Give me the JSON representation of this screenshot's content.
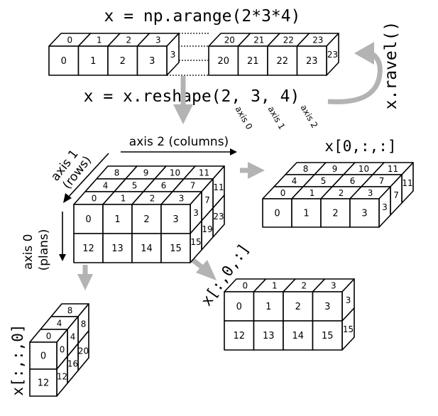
{
  "code": {
    "arange": "x = np.arange(2*3*4)",
    "reshape": "x = x.reshape(2, 3, 4)",
    "ravel": "x.ravel()"
  },
  "axis_labels": {
    "axis0_diag": "axis 0",
    "axis1_diag": "axis 1",
    "axis2_diag": "axis 2",
    "axis2_columns": "axis 2 (columns)",
    "axis1_rows_line1": "axis 1",
    "axis1_rows_line2": "(rows)",
    "axis0_plans_line1": "axis 0",
    "axis0_plans_line2": "(plans)"
  },
  "slice_labels": {
    "first_plane": "x[0,:,:]",
    "first_row": "x[:,0,:]",
    "first_column": "x[:,:,0]"
  },
  "flat": {
    "front_left": [
      "0",
      "1",
      "2",
      "3"
    ],
    "front_right": [
      "20",
      "21",
      "22",
      "23"
    ],
    "top_left": [
      "0",
      "1",
      "2",
      "3"
    ],
    "top_right": [
      "20",
      "21",
      "22",
      "23"
    ],
    "side_left": "3",
    "side_right": "23"
  },
  "cube": {
    "front_row0": [
      "0",
      "1",
      "2",
      "3"
    ],
    "front_row1": [
      "12",
      "13",
      "14",
      "15"
    ],
    "top_row0": [
      "0",
      "1",
      "2",
      "3"
    ],
    "top_row1": [
      "4",
      "5",
      "6",
      "7"
    ],
    "top_row2": [
      "8",
      "9",
      "10",
      "11"
    ],
    "side_plane0": [
      "3",
      "7",
      "11"
    ],
    "side_plane1": [
      "15",
      "19",
      "23"
    ]
  },
  "plane0": {
    "front": [
      "0",
      "1",
      "2",
      "3"
    ],
    "top_row0": [
      "0",
      "1",
      "2",
      "3"
    ],
    "top_row1": [
      "4",
      "5",
      "6",
      "7"
    ],
    "top_row2": [
      "8",
      "9",
      "10",
      "11"
    ],
    "side": [
      "3",
      "7",
      "11"
    ]
  },
  "row0": {
    "front_row0": [
      "0",
      "1",
      "2",
      "3"
    ],
    "front_row1": [
      "12",
      "13",
      "14",
      "15"
    ],
    "top": [
      "0",
      "1",
      "2",
      "3"
    ],
    "side": [
      "3",
      "15"
    ]
  },
  "col0": {
    "front": [
      "0",
      "12"
    ],
    "top": [
      "0",
      "4",
      "8"
    ],
    "side_plane0": [
      "0",
      "4",
      "8"
    ],
    "side_plane1": [
      "12",
      "16",
      "20"
    ]
  }
}
